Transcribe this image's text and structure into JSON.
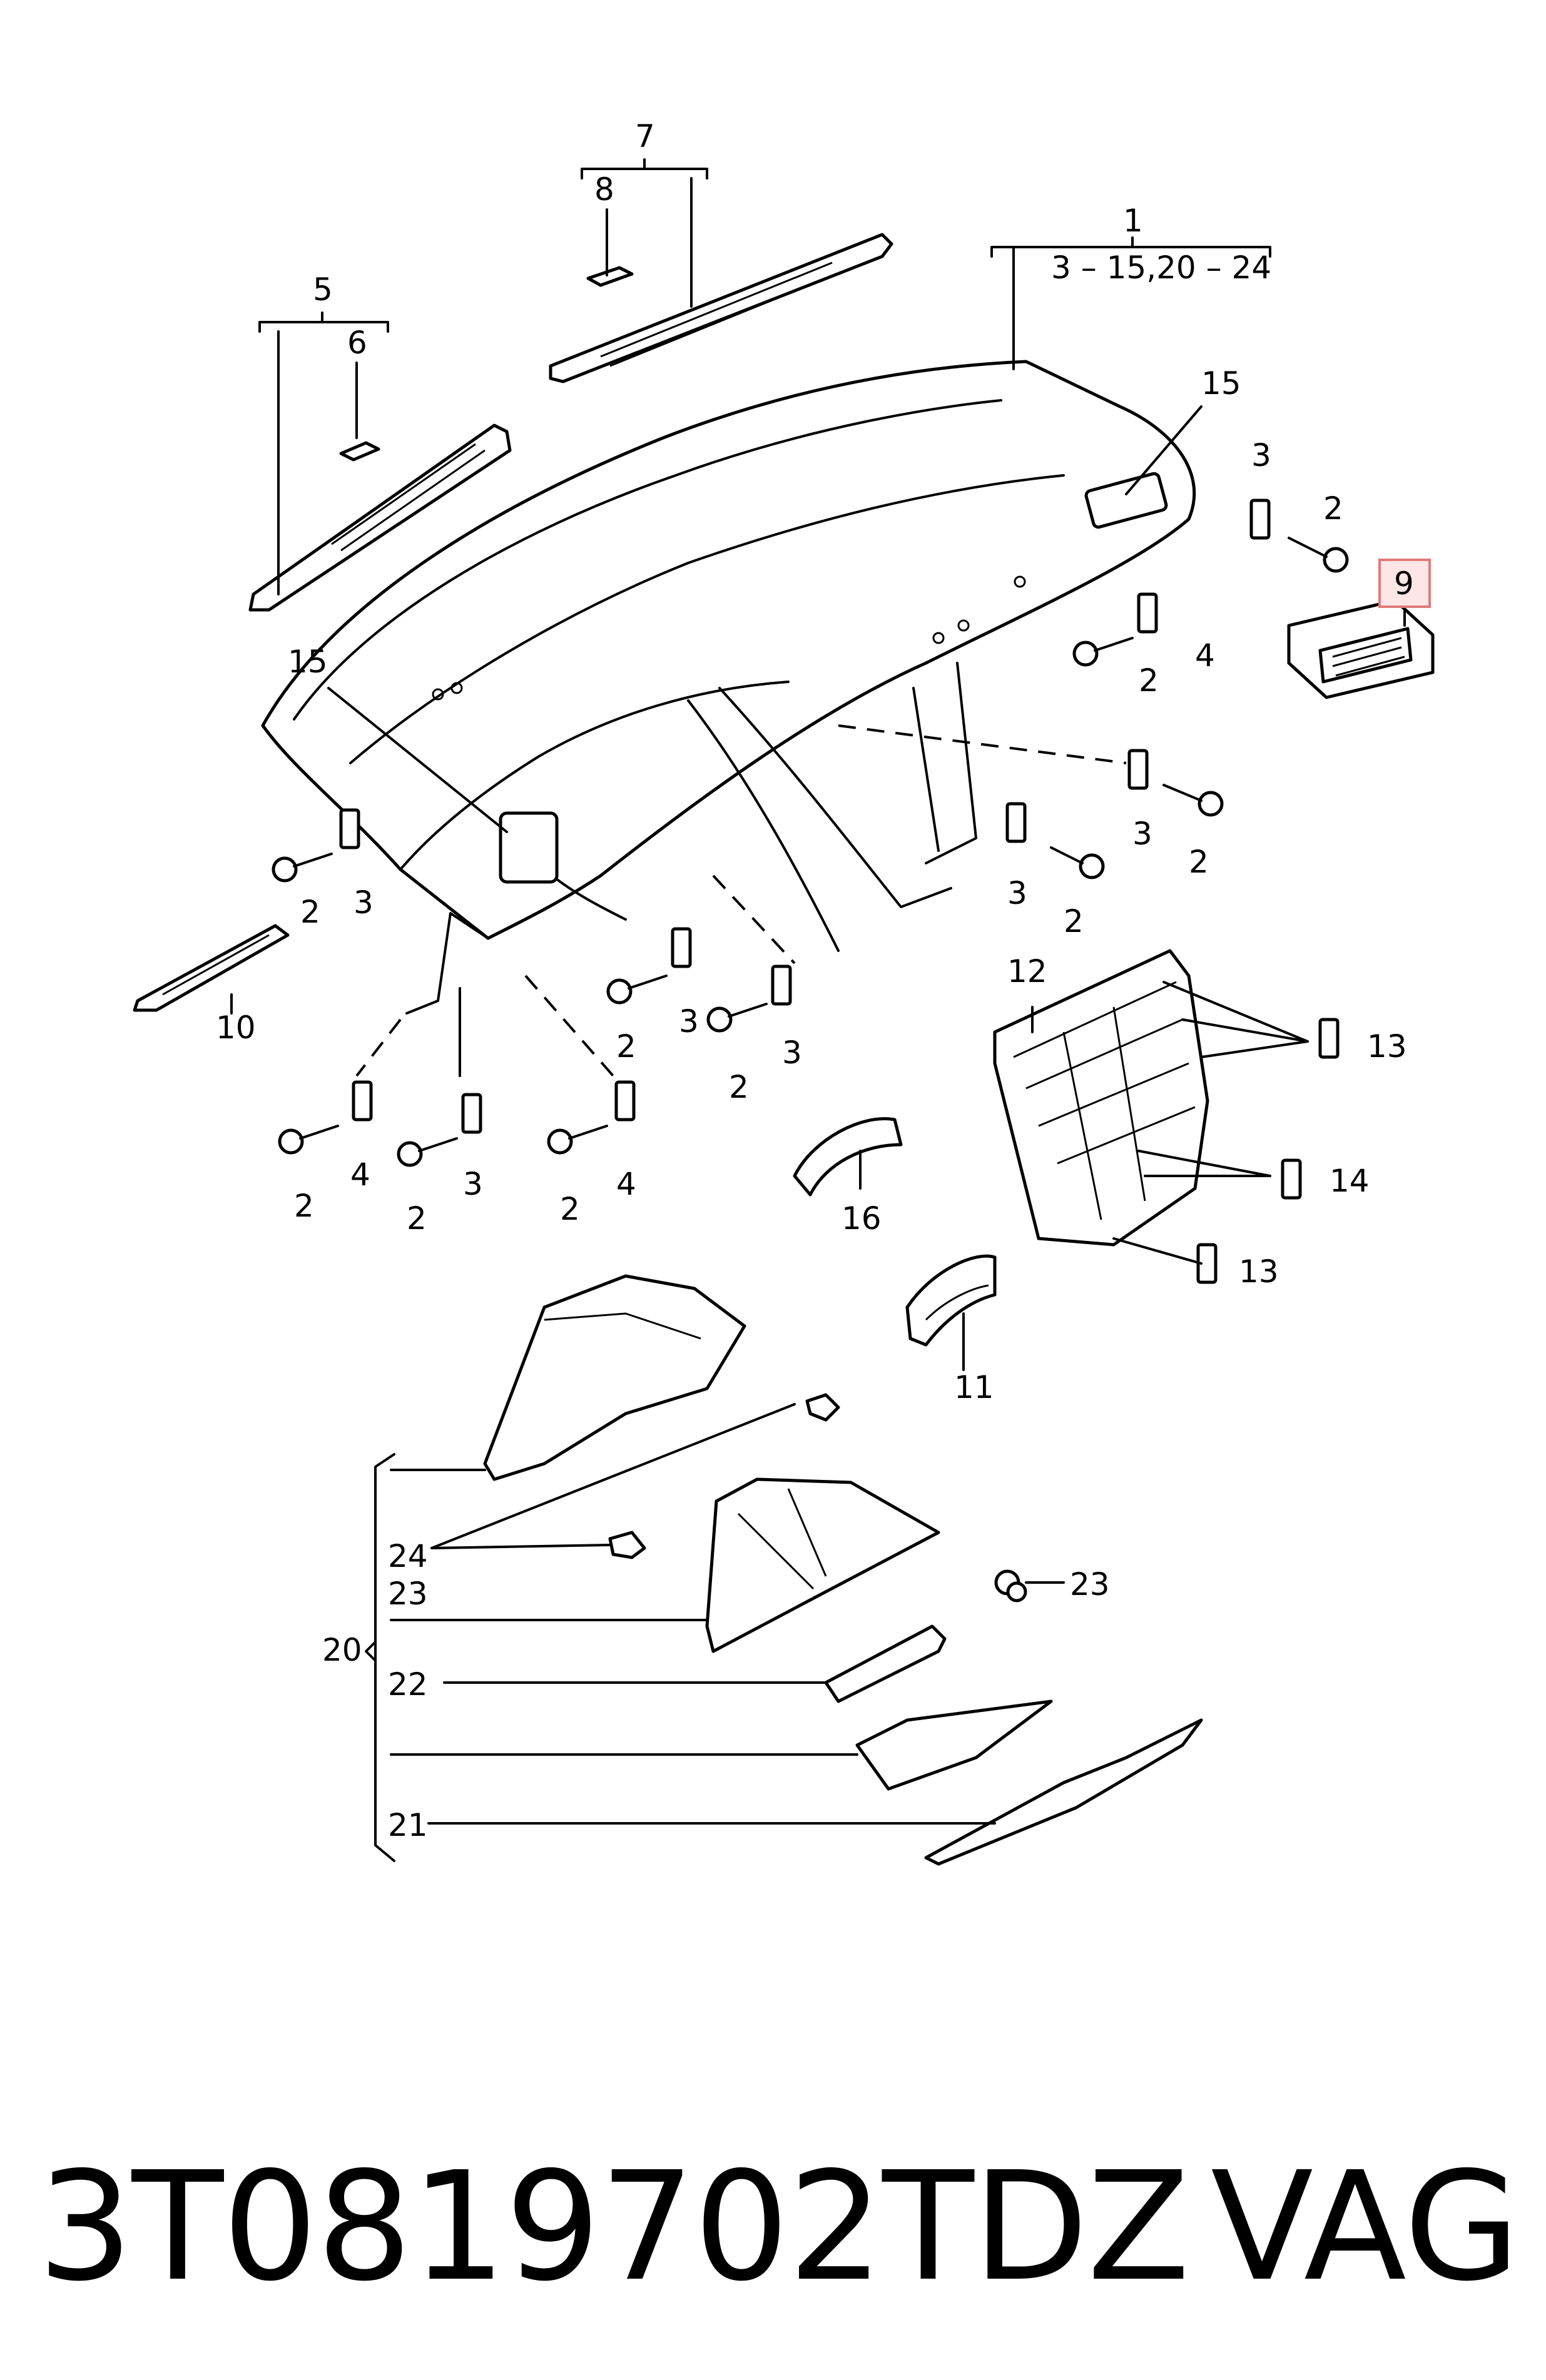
{
  "callouts": {
    "c1": "1",
    "c1_range": "3 – 15,20 – 24",
    "c2": "2",
    "c3": "3",
    "c4": "4",
    "c5": "5",
    "c6": "6",
    "c7": "7",
    "c8": "8",
    "c9": "9",
    "c10": "10",
    "c11": "11",
    "c12": "12",
    "c13": "13",
    "c14": "14",
    "c15": "15",
    "c16": "16",
    "c20": "20",
    "c21": "21",
    "c22": "22",
    "c23": "23",
    "c24": "24"
  },
  "highlight_color": "#e07a7a",
  "footer": {
    "part_number": "3T0819702TDZ",
    "brand": "VAG"
  }
}
